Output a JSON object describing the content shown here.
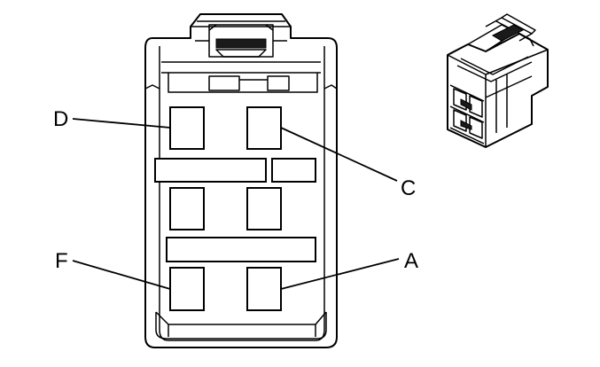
{
  "labels": {
    "d": "D",
    "c": "C",
    "f": "F",
    "a": "A"
  }
}
